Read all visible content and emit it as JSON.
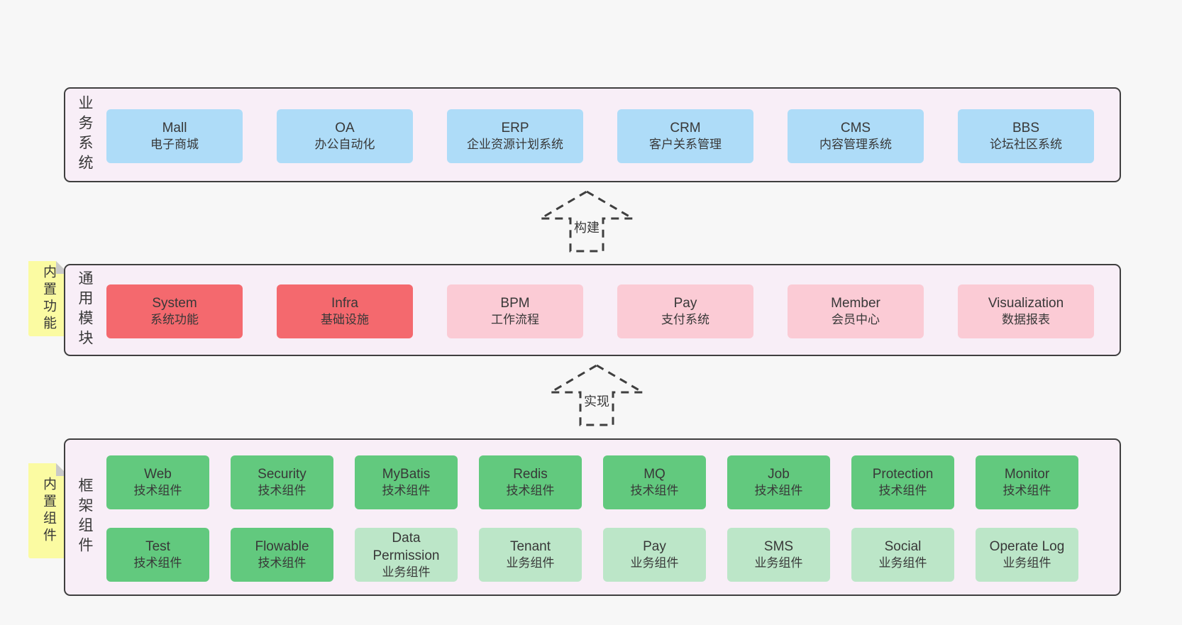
{
  "colors": {
    "page_bg": "#f7f7f7",
    "panel_bg": "#f8eef7",
    "panel_border": "#3f3f3f",
    "blue": "#aedcf8",
    "red": "#f4696e",
    "pink": "#fbcbd5",
    "green": "#62c97e",
    "light_green": "#bce6c8",
    "tab_yellow": "#fbfba2",
    "tab_fold": "#c9c9c9",
    "text": "#383838"
  },
  "layers": {
    "business": {
      "label": "业务系统",
      "boxes": [
        {
          "name": "Mall",
          "desc": "电子商城",
          "variant": "blue"
        },
        {
          "name": "OA",
          "desc": "办公自动化",
          "variant": "blue"
        },
        {
          "name": "ERP",
          "desc": "企业资源计划系统",
          "variant": "blue"
        },
        {
          "name": "CRM",
          "desc": "客户关系管理",
          "variant": "blue"
        },
        {
          "name": "CMS",
          "desc": "内容管理系统",
          "variant": "blue"
        },
        {
          "name": "BBS",
          "desc": "论坛社区系统",
          "variant": "blue"
        }
      ]
    },
    "modules": {
      "label": "通用模块",
      "tab": "内置功能",
      "boxes": [
        {
          "name": "System",
          "desc": "系统功能",
          "variant": "red"
        },
        {
          "name": "Infra",
          "desc": "基础设施",
          "variant": "red"
        },
        {
          "name": "BPM",
          "desc": "工作流程",
          "variant": "pink"
        },
        {
          "name": "Pay",
          "desc": "支付系统",
          "variant": "pink"
        },
        {
          "name": "Member",
          "desc": "会员中心",
          "variant": "pink"
        },
        {
          "name": "Visualization",
          "desc": "数据报表",
          "variant": "pink"
        }
      ]
    },
    "components": {
      "label": "框架组件",
      "tab": "内置组件",
      "rows": [
        [
          {
            "name": "Web",
            "desc": "技术组件",
            "variant": "green"
          },
          {
            "name": "Security",
            "desc": "技术组件",
            "variant": "green"
          },
          {
            "name": "MyBatis",
            "desc": "技术组件",
            "variant": "green"
          },
          {
            "name": "Redis",
            "desc": "技术组件",
            "variant": "green"
          },
          {
            "name": "MQ",
            "desc": "技术组件",
            "variant": "green"
          },
          {
            "name": "Job",
            "desc": "技术组件",
            "variant": "green"
          },
          {
            "name": "Protection",
            "desc": "技术组件",
            "variant": "green"
          },
          {
            "name": "Monitor",
            "desc": "技术组件",
            "variant": "green"
          }
        ],
        [
          {
            "name": "Test",
            "desc": "技术组件",
            "variant": "green"
          },
          {
            "name": "Flowable",
            "desc": "技术组件",
            "variant": "green"
          },
          {
            "name": "Data Permission",
            "desc": "业务组件",
            "variant": "lightgreen"
          },
          {
            "name": "Tenant",
            "desc": "业务组件",
            "variant": "lightgreen"
          },
          {
            "name": "Pay",
            "desc": "业务组件",
            "variant": "lightgreen"
          },
          {
            "name": "SMS",
            "desc": "业务组件",
            "variant": "lightgreen"
          },
          {
            "name": "Social",
            "desc": "业务组件",
            "variant": "lightgreen"
          },
          {
            "name": "Operate Log",
            "desc": "业务组件",
            "variant": "lightgreen"
          }
        ]
      ]
    }
  },
  "arrows": [
    {
      "label": "构建"
    },
    {
      "label": "实现"
    }
  ]
}
